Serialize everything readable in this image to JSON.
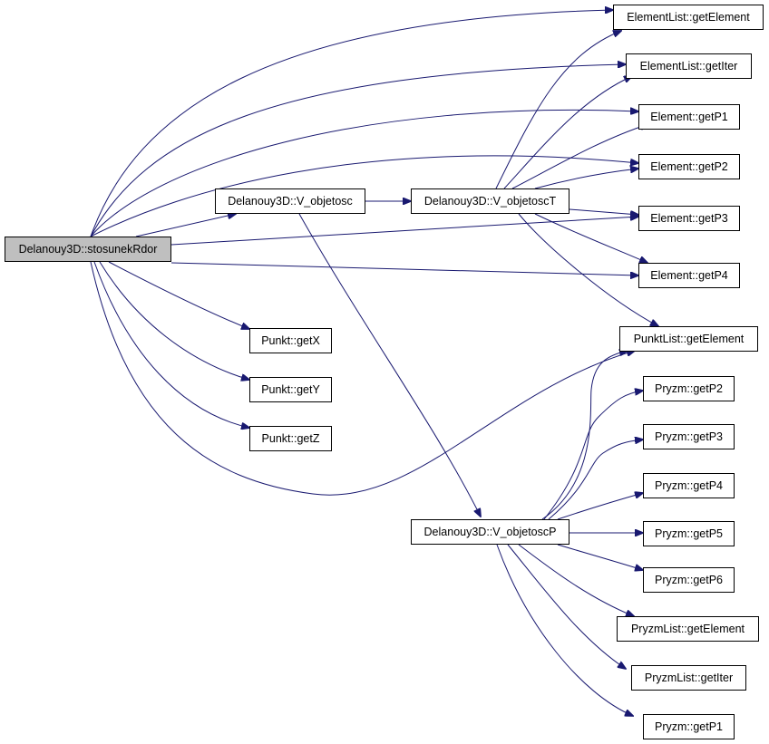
{
  "colors": {
    "edge": "#191970",
    "root_fill": "#bfbfbf",
    "node_fill": "#ffffff",
    "border": "#000000"
  },
  "nodes": {
    "root": "Delanouy3D::stosunekRdor",
    "v_objetosc": "Delanouy3D::V_objetosc",
    "v_objetosc_t": "Delanouy3D::V_objetoscT",
    "v_objetosc_p": "Delanouy3D::V_objetoscP",
    "elementlist_getelement": "ElementList::getElement",
    "elementlist_getiter": "ElementList::getIter",
    "element_getp1": "Element::getP1",
    "element_getp2": "Element::getP2",
    "element_getp3": "Element::getP3",
    "element_getp4": "Element::getP4",
    "punkt_getx": "Punkt::getX",
    "punkt_gety": "Punkt::getY",
    "punkt_getz": "Punkt::getZ",
    "punktlist_getelement": "PunktList::getElement",
    "pryzm_getp2": "Pryzm::getP2",
    "pryzm_getp3": "Pryzm::getP3",
    "pryzm_getp4": "Pryzm::getP4",
    "pryzm_getp5": "Pryzm::getP5",
    "pryzm_getp6": "Pryzm::getP6",
    "pryzmlist_getelement": "PryzmList::getElement",
    "pryzmlist_getiter": "PryzmList::getIter",
    "pryzm_getp1": "Pryzm::getP1"
  }
}
